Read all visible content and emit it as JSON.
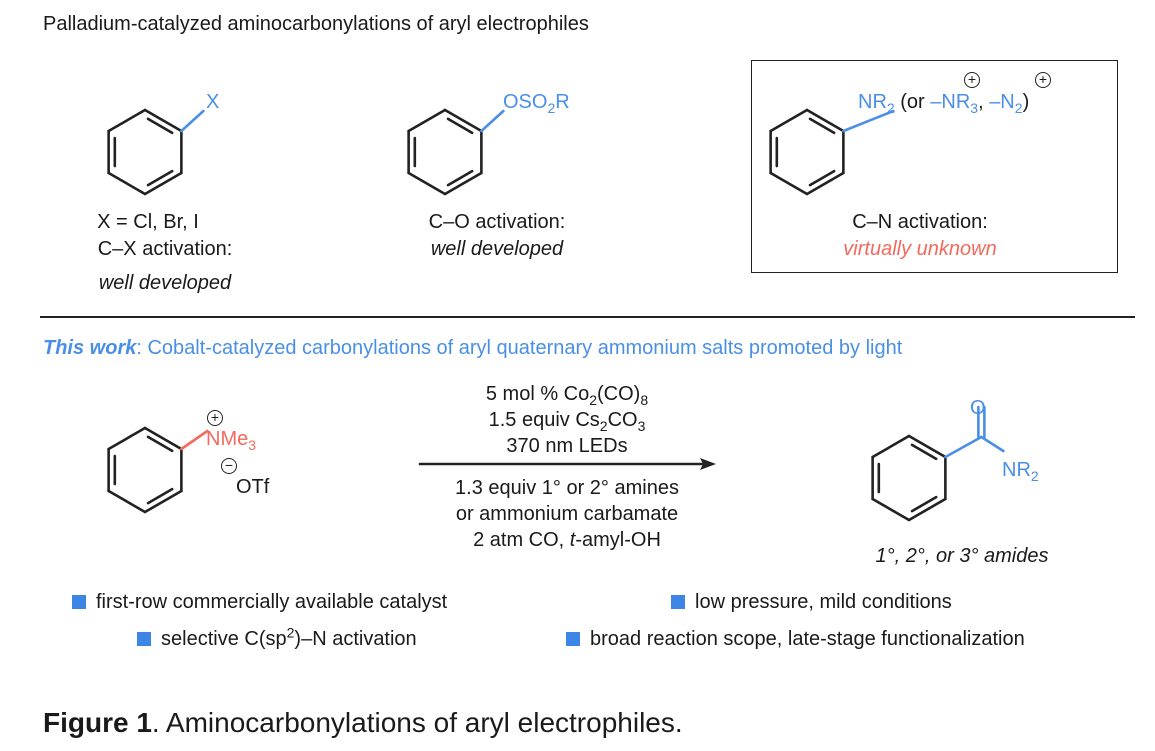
{
  "header": {
    "title": "Palladium-catalyzed aminocarbonylations of aryl electrophiles"
  },
  "top": {
    "halide": {
      "sub_label": "X",
      "line1": "X = Cl, Br, I",
      "line2": "C–X activation:",
      "status": "well developed"
    },
    "oxygen": {
      "sub_label": "OSO",
      "sub_2": "2",
      "sub_r": "R",
      "line1": "C–O activation:",
      "status": "well developed"
    },
    "nitrogen": {
      "sub_label": "NR",
      "sub_2": "2",
      "or": " (or ",
      "nr3": "–NR",
      "sub_3": "3",
      "comma": ", ",
      "n2": "–N",
      "sub_n2": "2",
      "close": ")",
      "plus": "+",
      "line1": "C–N activation:",
      "status": "virtually unknown"
    }
  },
  "this_work": {
    "label": "This work",
    "rest": ": Cobalt-catalyzed carbonylations of aryl quaternary ammonium salts promoted by light"
  },
  "reaction": {
    "reactant": {
      "nme": "NMe",
      "sub": "3",
      "plus": "+",
      "minus": "−",
      "anion": "OTf"
    },
    "above": {
      "l1a": "5 mol % Co",
      "l1b": "2",
      "l1c": "(CO)",
      "l1d": "8",
      "l2a": "1.5 equiv Cs",
      "l2b": "2",
      "l2c": "CO",
      "l2d": "3",
      "l3": "370 nm LEDs"
    },
    "below": {
      "l1": "1.3 equiv 1° or 2° amines",
      "l2": "or ammonium carbamate",
      "l3a": "2 atm CO, ",
      "l3b": "t",
      "l3c": "-amyl-OH"
    },
    "product": {
      "o": "O",
      "nr": "NR",
      "sub": "2",
      "caption": "1°, 2°, or 3° amides"
    }
  },
  "features": [
    {
      "text": "first-row commercially available catalyst"
    },
    {
      "text_a": "selective C(sp",
      "sup": "2",
      "text_b": ")–N activation"
    },
    {
      "text": "low pressure, mild conditions"
    },
    {
      "text": "broad reaction scope, late-stage functionalization"
    }
  ],
  "caption": {
    "bold": "Figure 1",
    "rest": ". Aminocarbonylations of aryl electrophiles."
  },
  "colors": {
    "blue": "#4a8fe6",
    "red": "#f26a5d",
    "black": "#222222"
  }
}
